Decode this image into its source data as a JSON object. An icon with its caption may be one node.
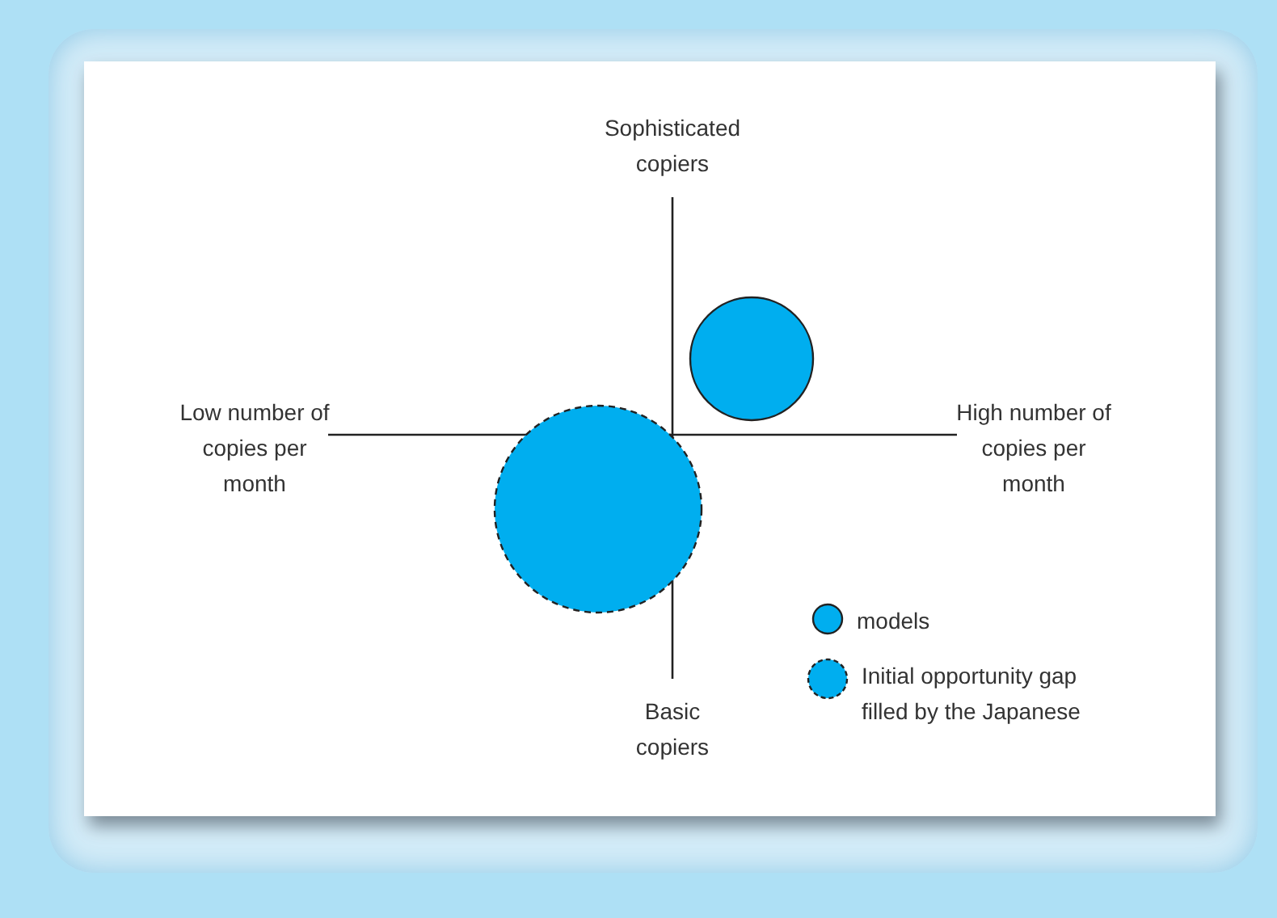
{
  "diagram": {
    "nodes": [
      {
        "text": [],
        "shape": "circle"
      },
      {
        "text": [],
        "shape": "circle"
      }
    ],
    "labels": [
      "Sophisticated copiers",
      "Low number of copies per month",
      "High number of copies per month",
      "Basic copiers"
    ],
    "legend": [
      {
        "text": "models",
        "color": "#00aeef"
      },
      {
        "text": "Initial opportunity gap filled by the Japanese",
        "color": "#00aeef"
      }
    ]
  }
}
